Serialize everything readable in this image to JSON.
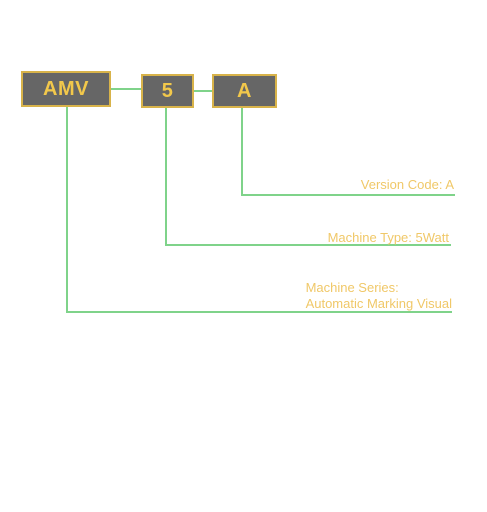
{
  "diagram": {
    "segments": [
      {
        "code": "AMV"
      },
      {
        "code": "5"
      },
      {
        "code": "A"
      }
    ],
    "labels": {
      "version": "Version Code: A",
      "type": "Machine Type: 5Watt",
      "series_line1": "Machine Series:",
      "series_line2": "Automatic Marking Visual"
    },
    "colors": {
      "box_fill": "#666666",
      "box_border": "#d8b34a",
      "box_text": "#f2c84b",
      "connector": "#7fd38a",
      "label_text": "#f0c868"
    }
  }
}
